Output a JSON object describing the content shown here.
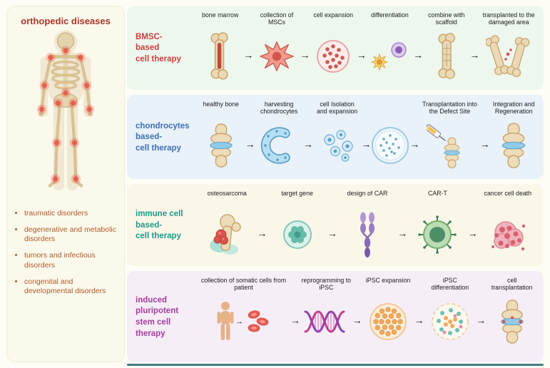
{
  "arrow_glyph": "→",
  "left_panel": {
    "title": "orthopedic diseases",
    "skeleton_icon": "human-skeleton-with-inflamed-joints",
    "bullets": [
      "traumatic disorders",
      "degenerative and metabolic disorders",
      "tumors and infectious disorders",
      "congenital and developmental disorders"
    ]
  },
  "colors": {
    "panel_title": "#a8392c",
    "bullet_text": "#b05a2a",
    "bmsc_label": "#c94040",
    "chondrocyte_label": "#3e6fb6",
    "immune_label": "#1b998b",
    "ipsc_label": "#a43d9e",
    "bmsc_bg": "#eef7ee",
    "chondrocyte_bg": "#e9f1f9",
    "immune_bg": "#fbf7e8",
    "ipsc_bg": "#f6eef6"
  },
  "rows": [
    {
      "id": "bmsc",
      "label": "BMSC-\nbased\ncell therapy",
      "steps": [
        {
          "label": "bone marrow",
          "icon": "femur-bone"
        },
        {
          "label": "collection of MSCs",
          "icon": "msc-cell"
        },
        {
          "label": "cell expansion",
          "icon": "cell-culture"
        },
        {
          "label": "differentiation",
          "icon": "differentiated-cells"
        },
        {
          "label": "combine with scaffold",
          "icon": "bone-scaffold"
        },
        {
          "label": "transplanted to the damaged area",
          "icon": "transplanted-bone"
        }
      ]
    },
    {
      "id": "chondrocyte",
      "label": "chondrocytes\nbased-\ncell therapy",
      "steps": [
        {
          "label": "healthy bone",
          "icon": "knee-joint"
        },
        {
          "label": "harvesting chondrocytes",
          "icon": "cartilage-crescent"
        },
        {
          "label": "cell Isolation and expansion",
          "icon": "chondrocyte-cells"
        },
        {
          "label": "",
          "icon": "petri-dish"
        },
        {
          "label": "Transplantation into the Defect Site",
          "icon": "syringe-knee"
        },
        {
          "label": "Integration and Regeneration",
          "icon": "knee-joint"
        }
      ]
    },
    {
      "id": "immune",
      "label": "immune cell\nbased-\ncell therapy",
      "steps": [
        {
          "label": "osteosarcoma",
          "icon": "bone-tumor"
        },
        {
          "label": "target gene",
          "icon": "target-gene-cell"
        },
        {
          "label": "design of CAR",
          "icon": "car-receptor"
        },
        {
          "label": "CAR-T",
          "icon": "car-t-cell"
        },
        {
          "label": "cancer cell death",
          "icon": "dying-cancer-cell"
        }
      ]
    },
    {
      "id": "ipsc",
      "label": "induced\npluripotent\nstem cell\ntherapy",
      "steps": [
        {
          "label": "collection of somatic cells from patient",
          "icon": "patient-somatic-cells"
        },
        {
          "label": "reprogramming to iPSC",
          "icon": "dna-helix"
        },
        {
          "label": "iPSC expansion",
          "icon": "ipsc-colony"
        },
        {
          "label": "iPSC differentiation",
          "icon": "differentiating-colony"
        },
        {
          "label": "cell transplantation",
          "icon": "knee-transplant"
        }
      ]
    }
  ]
}
